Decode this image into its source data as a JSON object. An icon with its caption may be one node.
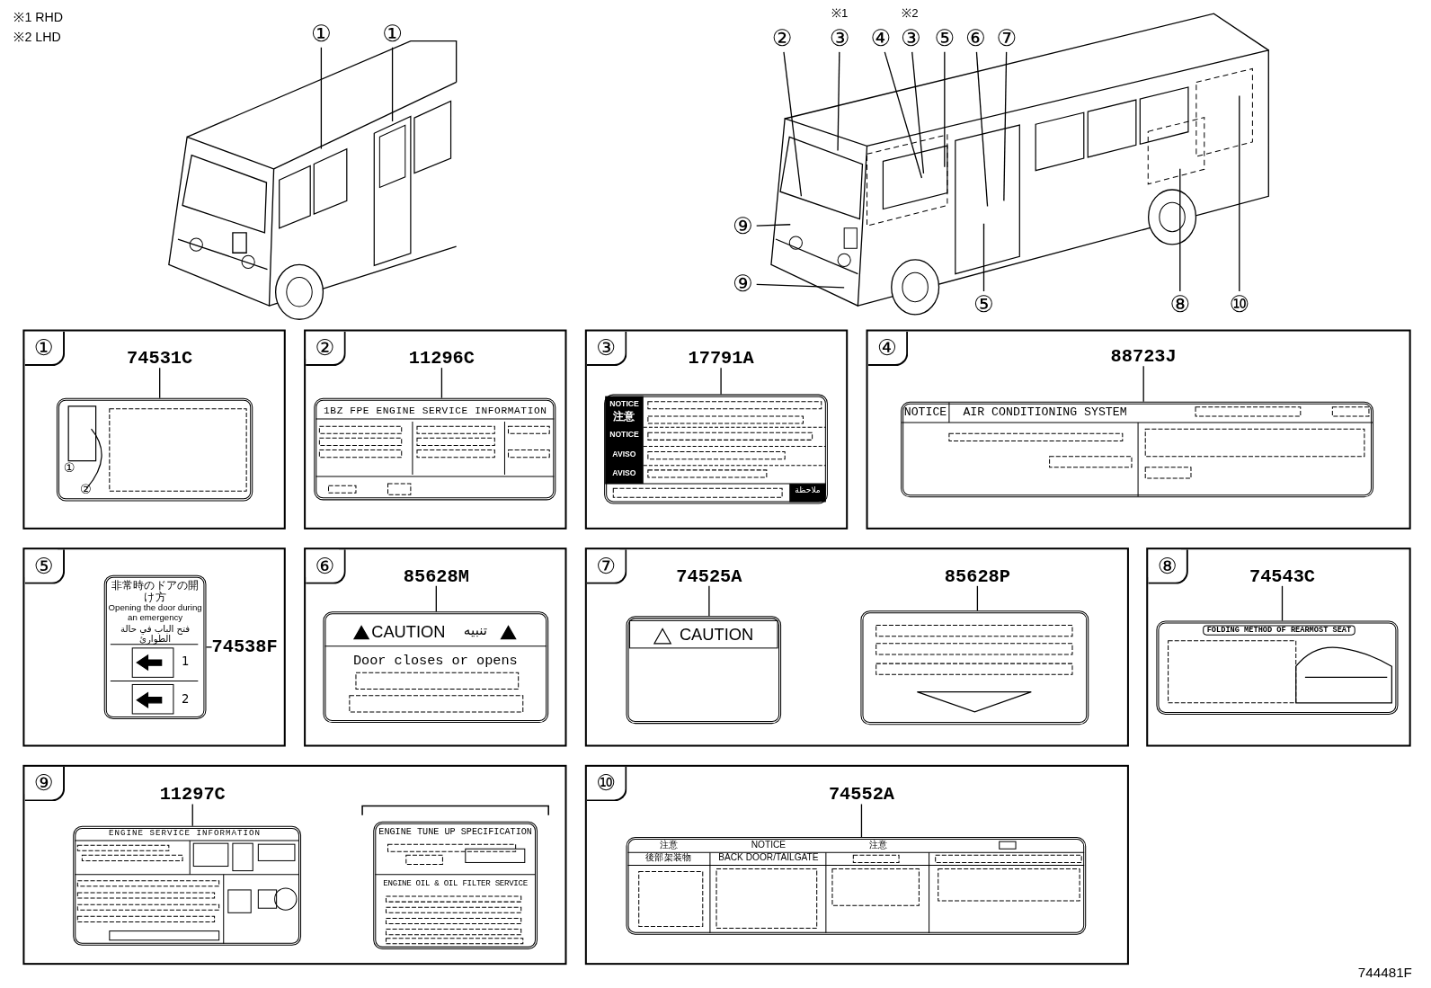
{
  "diagram": {
    "nodes": [
      {
        "text": [
          "①"
        ]
      },
      {
        "text": [
          "①"
        ]
      },
      {
        "text": [
          "②"
        ]
      },
      {
        "text": [
          "③"
        ]
      },
      {
        "text": [
          "④"
        ]
      },
      {
        "text": [
          "③"
        ]
      },
      {
        "text": [
          "⑤"
        ]
      },
      {
        "text": [
          "⑥"
        ]
      },
      {
        "text": [
          "⑦"
        ]
      },
      {
        "text": [
          "⑨"
        ]
      },
      {
        "text": [
          "⑨"
        ]
      },
      {
        "text": [
          "⑤"
        ]
      },
      {
        "text": [
          "⑧"
        ]
      },
      {
        "text": [
          "⑩"
        ]
      },
      {
        "text": [
          "①"
        ]
      },
      {
        "text": [
          "74531C"
        ],
        "in": 14
      },
      {
        "text": [
          "①",
          "②"
        ],
        "in": 14
      },
      {
        "text": [
          "②"
        ]
      },
      {
        "text": [
          "11296C"
        ],
        "in": 17
      },
      {
        "text": [
          "1BZ FPE ENGINE SERVICE INFORMATION"
        ],
        "in": 17
      },
      {
        "text": [
          "③"
        ]
      },
      {
        "text": [
          "17791A"
        ],
        "in": 20
      },
      {
        "text": [
          "NOTICE",
          "注意",
          "NOTICE",
          "AVISO",
          "AVISO",
          "ملاحظة"
        ],
        "in": 20
      },
      {
        "text": [
          "④"
        ]
      },
      {
        "text": [
          "88723J"
        ],
        "in": 23
      },
      {
        "text": [
          "NOTICE",
          "AIR CONDITIONING SYSTEM"
        ],
        "in": 23
      },
      {
        "text": [
          "⑤"
        ]
      },
      {
        "text": [
          "非常時のドアの開け方",
          "Opening the door during an emergency",
          "فتح الباب في حالة الطوارئ",
          "1",
          "2"
        ],
        "in": 26
      },
      {
        "text": [
          "74538F"
        ],
        "in": 26
      },
      {
        "text": [
          "⑥"
        ]
      },
      {
        "text": [
          "85628M"
        ],
        "in": 29
      },
      {
        "text": [
          "CAUTION",
          "تنبيه",
          "Door closes or opens"
        ],
        "in": 29
      },
      {
        "text": [
          "⑦"
        ]
      },
      {
        "text": [
          "74525A"
        ],
        "in": 32
      },
      {
        "text": [
          "CAUTION"
        ],
        "in": 32
      },
      {
        "text": [
          "85628P"
        ],
        "in": 32
      },
      {
        "text": [],
        "shape": "box",
        "in": 32
      },
      {
        "text": [
          "⑧"
        ]
      },
      {
        "text": [
          "74543C"
        ],
        "in": 37
      },
      {
        "text": [
          "FOLDING METHOD OF REARMOST SEAT"
        ],
        "in": 37
      },
      {
        "text": [
          "⑨"
        ]
      },
      {
        "text": [
          "11297C"
        ],
        "in": 40
      },
      {
        "text": [
          "ENGINE SERVICE INFORMATION"
        ],
        "in": 40
      },
      {
        "text": [
          "ENGINE TUNE UP SPECIFICATION",
          "ENGINE OIL & OIL FILTER SERVICE"
        ],
        "in": 40
      },
      {
        "text": [
          "⑩"
        ]
      },
      {
        "text": [
          "74552A"
        ],
        "in": 44
      },
      {
        "text": [
          "注意",
          "NOTICE",
          "注意",
          "後部架装物",
          "BACK DOOR/TAILGATE"
        ],
        "in": 44
      }
    ],
    "edges": [
      {
        "from": 0,
        "to": null,
        "arrow": "none"
      },
      {
        "from": 1,
        "to": null,
        "arrow": "none"
      },
      {
        "from": 2,
        "to": null,
        "arrow": "none"
      },
      {
        "from": 3,
        "to": null,
        "arrow": "none"
      },
      {
        "from": 4,
        "to": null,
        "arrow": "none"
      },
      {
        "from": 5,
        "to": null,
        "arrow": "none"
      },
      {
        "from": 6,
        "to": null,
        "arrow": "none"
      },
      {
        "from": 7,
        "to": null,
        "arrow": "none"
      },
      {
        "from": 8,
        "to": null,
        "arrow": "none"
      },
      {
        "from": 9,
        "to": null,
        "arrow": "none"
      },
      {
        "from": 10,
        "to": null,
        "arrow": "none"
      },
      {
        "from": 11,
        "to": null,
        "arrow": "none"
      },
      {
        "from": 12,
        "to": null,
        "arrow": "none"
      },
      {
        "from": 13,
        "to": null,
        "arrow": "none"
      },
      {
        "from": 15,
        "to": 16,
        "arrow": "none"
      },
      {
        "from": 18,
        "to": 19,
        "arrow": "none"
      },
      {
        "from": 21,
        "to": 22,
        "arrow": "none"
      },
      {
        "from": 24,
        "to": 25,
        "arrow": "none"
      },
      {
        "from": 28,
        "to": 27,
        "arrow": "none"
      },
      {
        "from": 30,
        "to": 31,
        "arrow": "none"
      },
      {
        "from": 33,
        "to": 34,
        "arrow": "none"
      },
      {
        "from": 35,
        "to": 36,
        "arrow": "none"
      },
      {
        "from": 38,
        "to": 39,
        "arrow": "none"
      },
      {
        "from": 41,
        "to": 42,
        "arrow": "none"
      },
      {
        "from": 45,
        "to": 46,
        "arrow": "none"
      }
    ],
    "labels": [
      "※1 RHD",
      "※2 LHD",
      "※1",
      "※2",
      "744481F"
    ]
  }
}
